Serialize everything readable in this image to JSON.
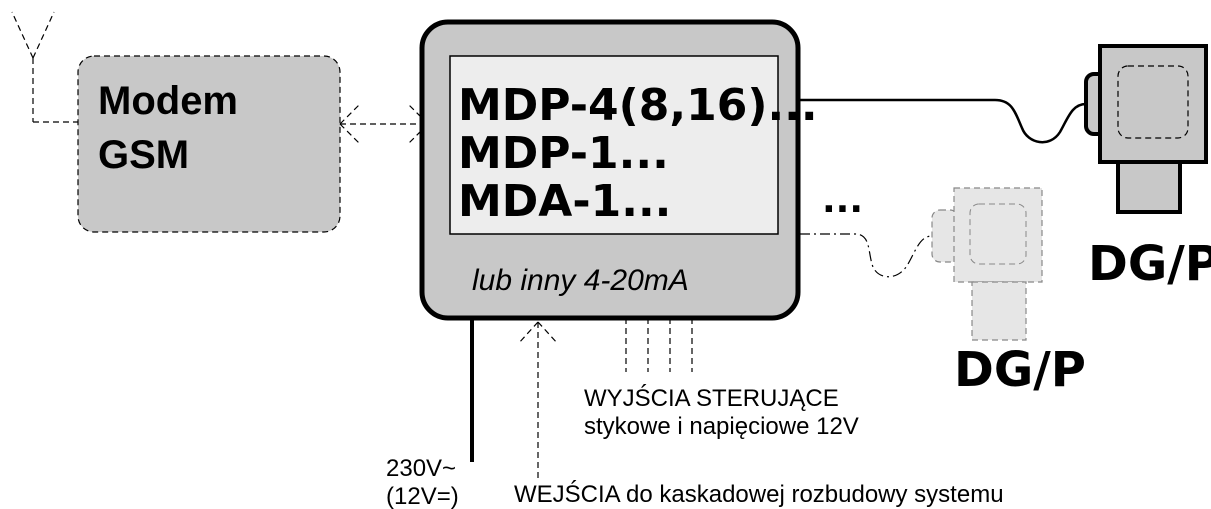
{
  "modem": {
    "line1": "Modem",
    "line2": "GSM"
  },
  "controller": {
    "model1": "MDP-4(8,16)...",
    "model2": "MDP-1...",
    "model3": "MDA-1...",
    "subtitle": "lub inny 4-20mA"
  },
  "ellipsis": "...",
  "sensors": {
    "primary_label": "DG/P",
    "secondary_label": "DG/P"
  },
  "labels": {
    "outputs_line1": "WYJŚCIA STERUJĄCE",
    "outputs_line2": "stykowe i napięciowe 12V",
    "power_line1": "230V~",
    "power_line2": "(12V=)",
    "inputs": "WEJŚCIA do kaskadowej rozbudowy systemu"
  },
  "colors": {
    "box_fill": "#c8c8c8",
    "screen_fill": "#ededed",
    "faded_fill": "#e6e6e6",
    "stroke": "#000000",
    "faded_stroke": "#888888"
  }
}
